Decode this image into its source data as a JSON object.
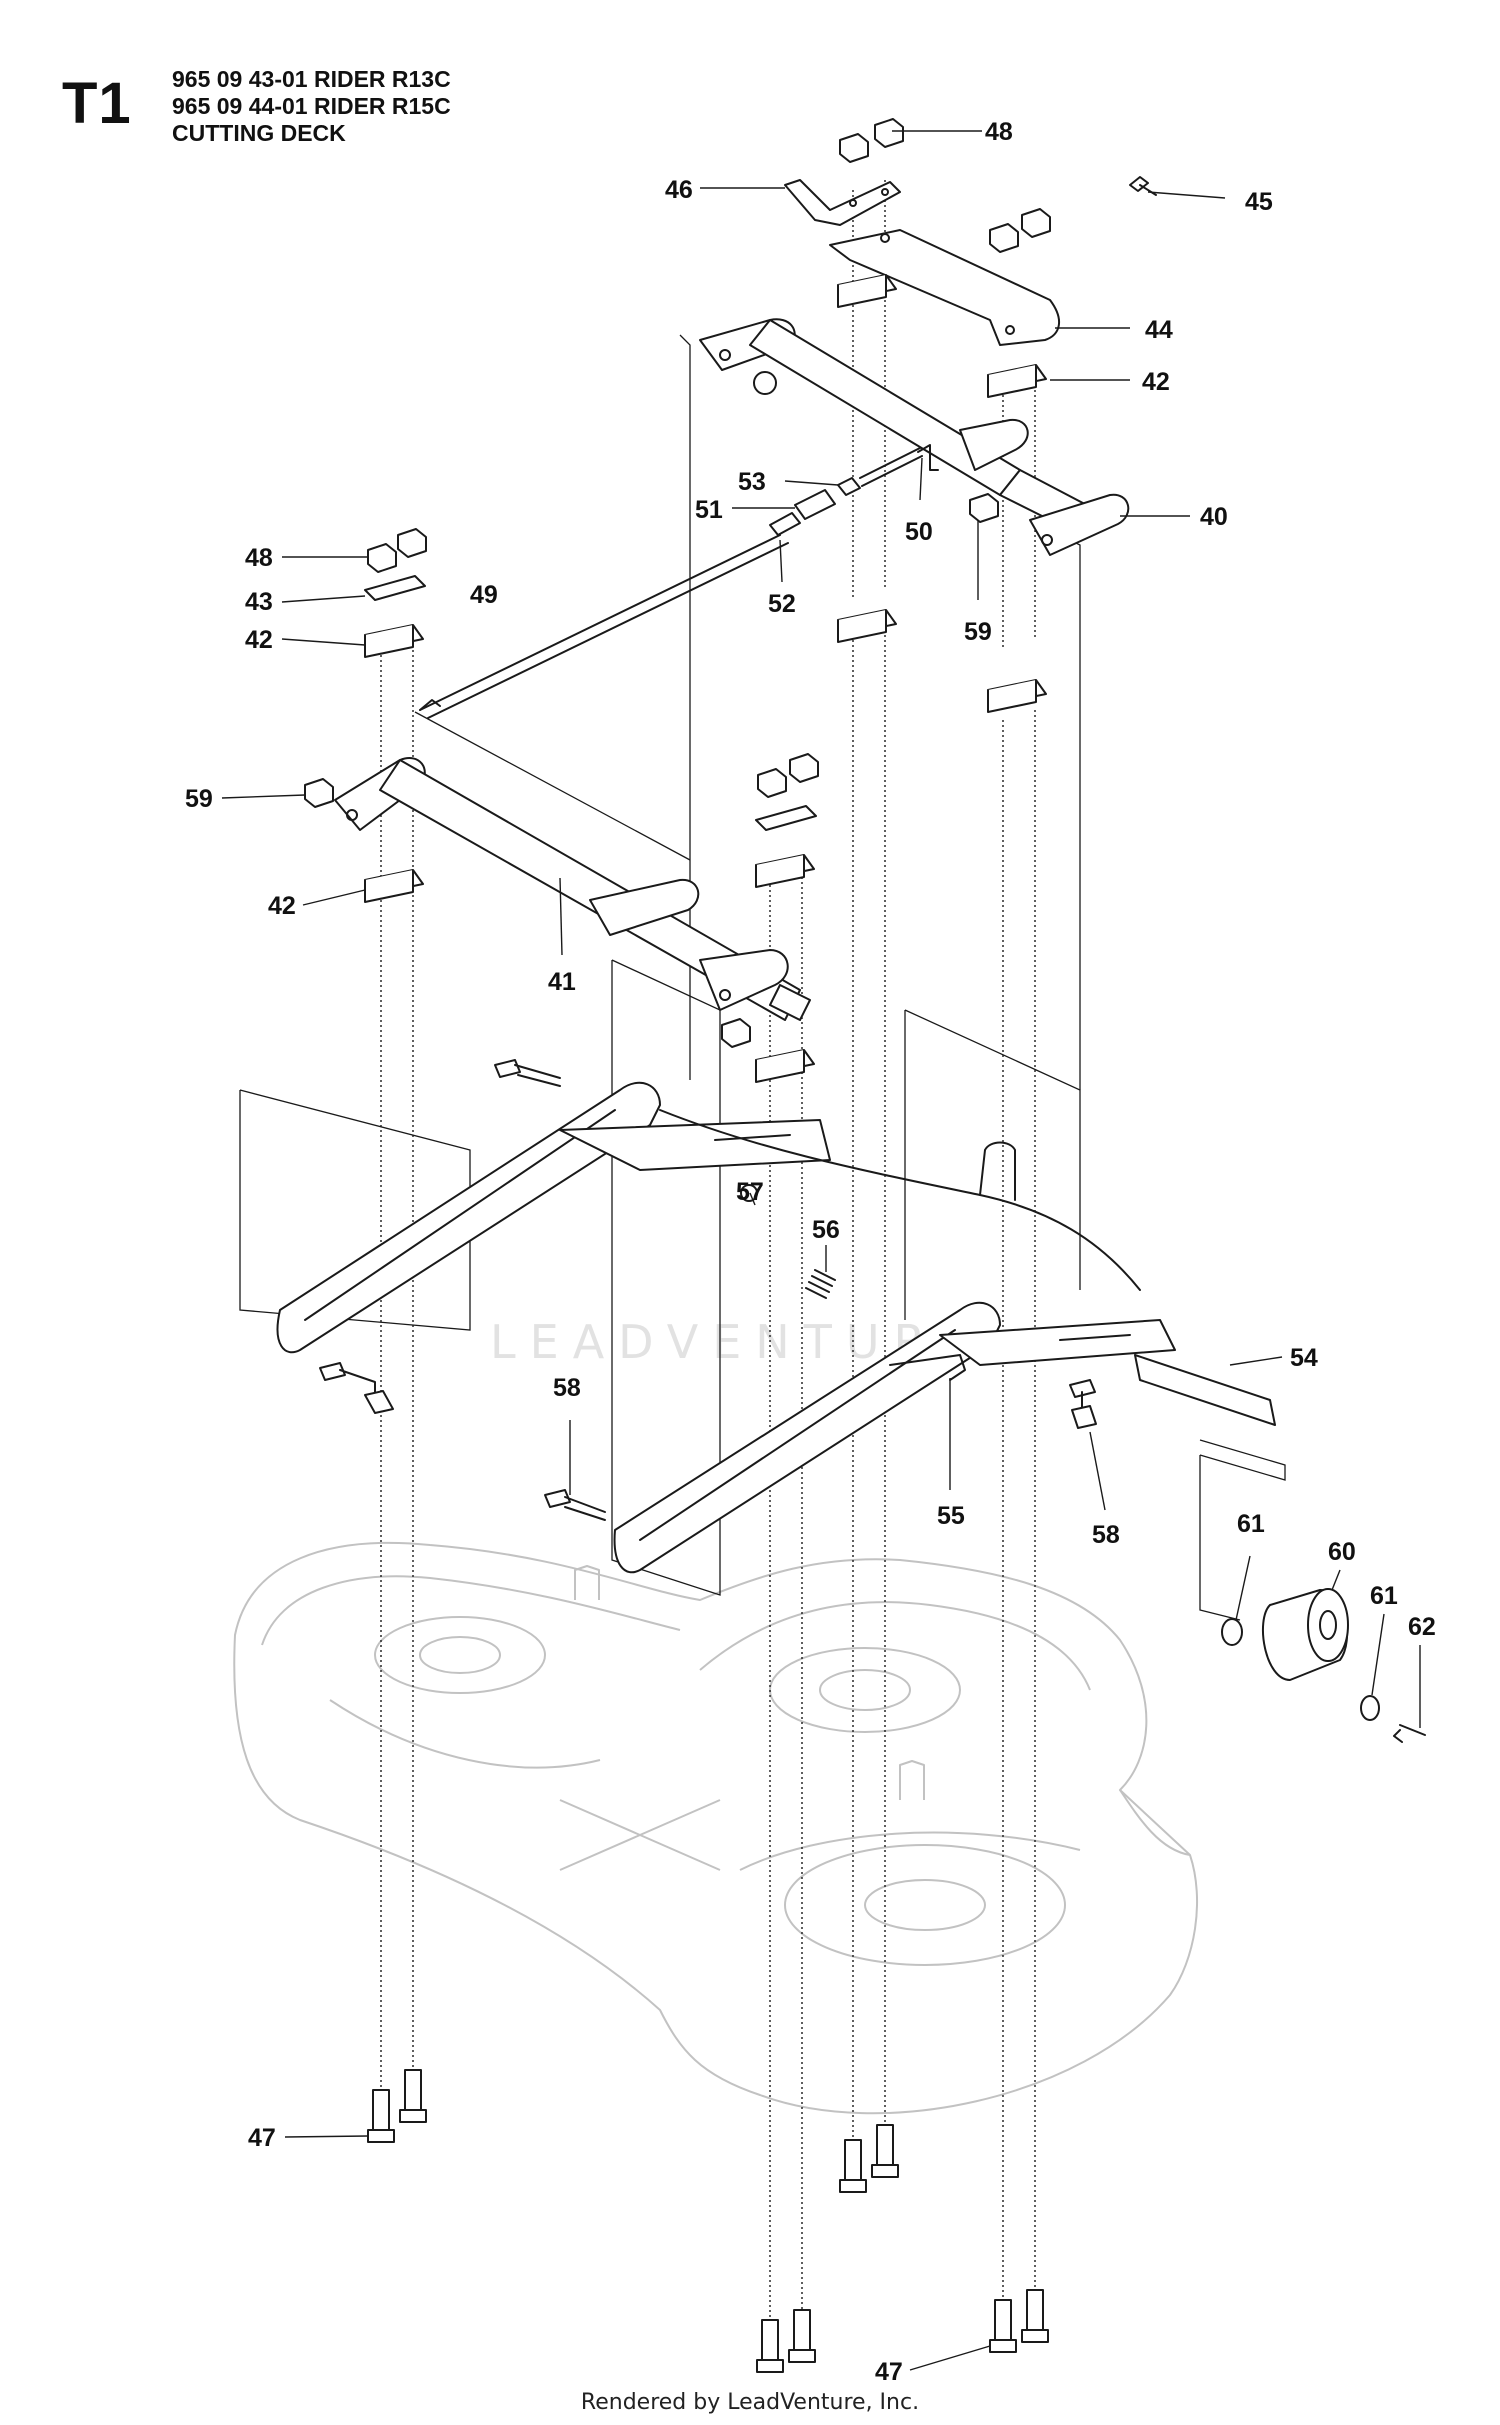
{
  "page_code": "T1",
  "heading_lines": [
    "965 09 43-01 RIDER R13C",
    "965 09 44-01 RIDER R15C",
    "CUTTING DECK"
  ],
  "watermark": "LEADVENTURE",
  "footer": "Rendered by LeadVenture, Inc.",
  "callouts": {
    "c40": "40",
    "c41": "41",
    "c42a": "42",
    "c42b": "42",
    "c42c": "42",
    "c43": "43",
    "c44": "44",
    "c45": "45",
    "c46": "46",
    "c47a": "47",
    "c47b": "47",
    "c48a": "48",
    "c48b": "48",
    "c49": "49",
    "c50": "50",
    "c51": "51",
    "c52": "52",
    "c53": "53",
    "c54": "54",
    "c55": "55",
    "c56": "56",
    "c57": "57",
    "c58a": "58",
    "c58b": "58",
    "c59a": "59",
    "c59b": "59",
    "c60": "60",
    "c61a": "61",
    "c61b": "61",
    "c62": "62"
  }
}
